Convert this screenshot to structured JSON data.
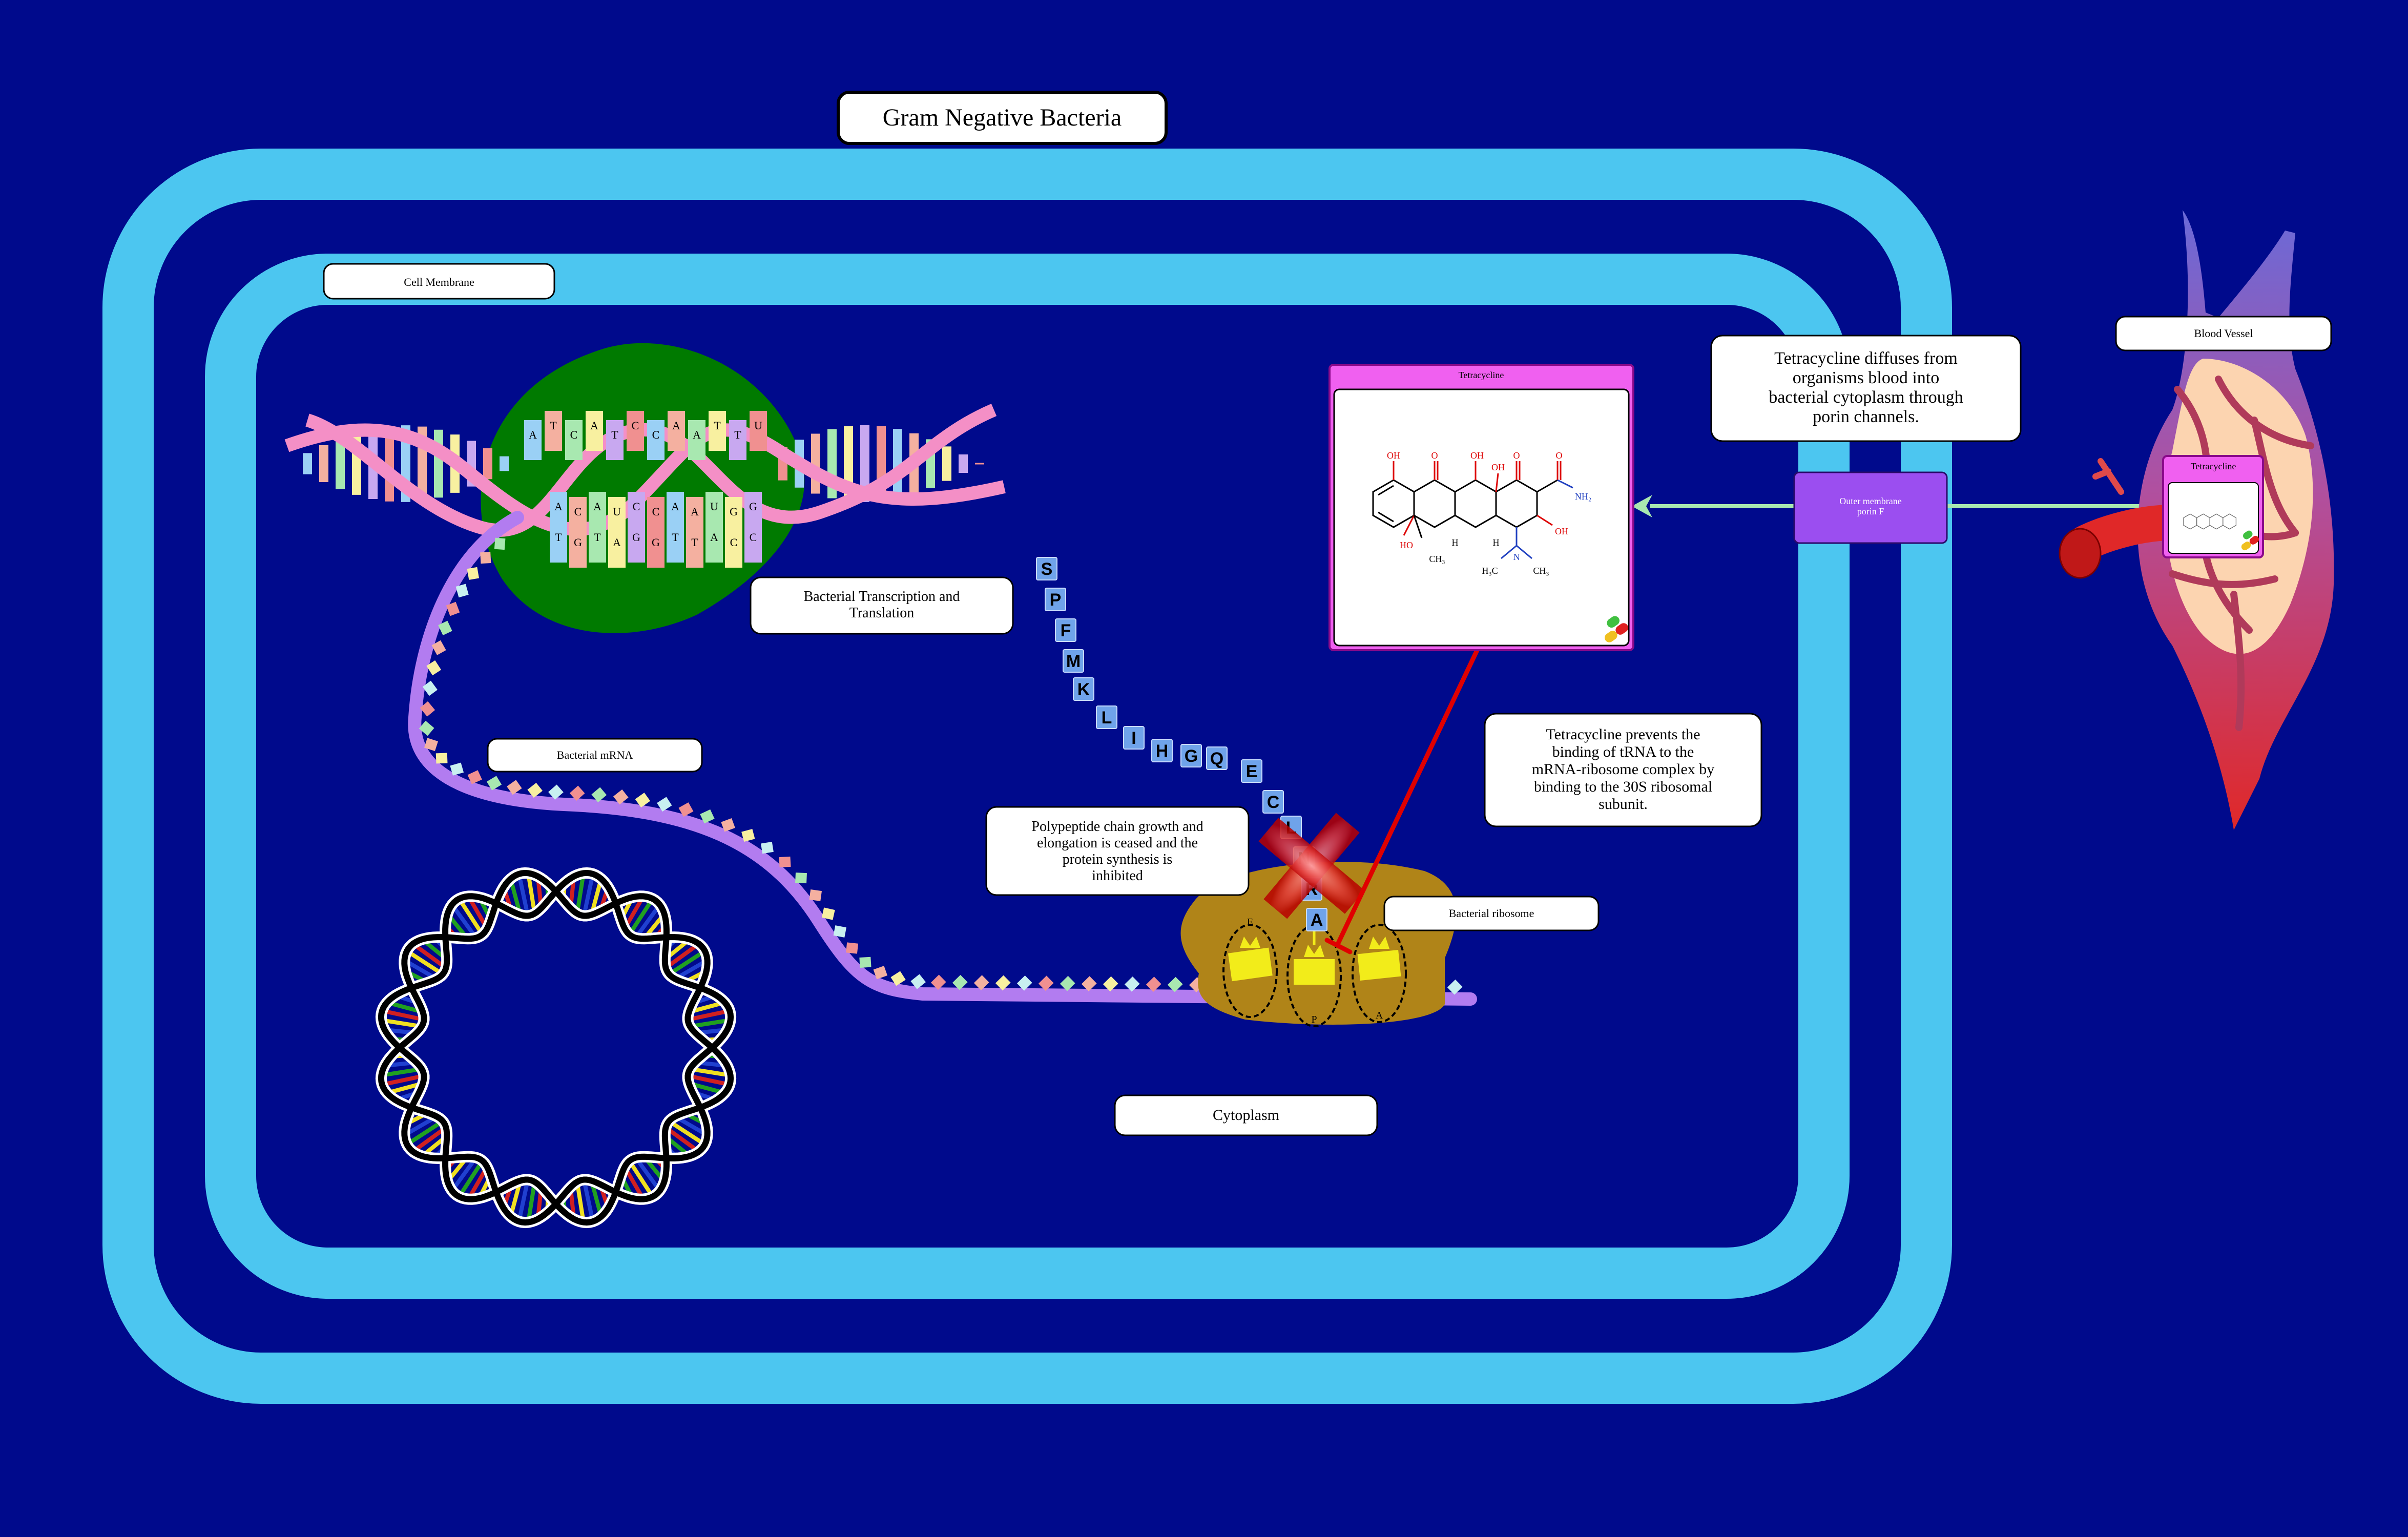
{
  "labels": {
    "title": "Gram Negative Bacteria",
    "cell_membrane": "Cell Membrane",
    "blood_vessel": "Blood Vessel",
    "transcription": [
      "Bacterial Transcription and",
      "Translation"
    ],
    "mrna": "Bacterial mRNA",
    "cytoplasm": "Cytoplasm",
    "ribosome": "Bacterial ribosome",
    "polypeptide": [
      "Polypeptide chain growth and",
      "elongation is ceased and the",
      "protein synthesis is",
      "inhibited"
    ],
    "diffuses": [
      "Tetracycline diffuses from",
      "organisms blood into",
      "bacterial cytoplasm through",
      "porin channels."
    ],
    "prevents": [
      "Tetracycline prevents the",
      "binding of tRNA to the",
      "mRNA-ribosome complex by",
      "binding to the 30S ribosomal",
      "subunit."
    ],
    "porin": [
      "Outer membrane",
      "porin F"
    ],
    "drug_card_title": "Tetracycline",
    "small_card_title": "Tetracycline",
    "site_e": "E",
    "site_p": "P",
    "site_a": "A"
  },
  "molecule": {
    "oh1": "OH",
    "o1": "O",
    "oh2": "OH",
    "oh3": "OH",
    "o2": "O",
    "o3": "O",
    "nh2": "NH₂",
    "oh4": "OH",
    "ho": "HO",
    "h1": "H",
    "h2": "H",
    "ch3": "CH₃",
    "n": "N",
    "h3c": "H₃C",
    "ch3b": "CH₃"
  },
  "peptide": [
    "S",
    "P",
    "F",
    "M",
    "K",
    "L",
    "I",
    "H",
    "G",
    "Q",
    "E",
    "C",
    "L",
    "N",
    "R",
    "A"
  ],
  "dna_top_bases": [
    "A",
    "T",
    "C",
    "A",
    "T",
    "C",
    "C",
    "A",
    "A",
    "T",
    "T",
    "U"
  ],
  "dna_bottom_bases": [
    "A",
    "C",
    "A",
    "U",
    "C",
    "C",
    "A",
    "A",
    "U",
    "G",
    "G"
  ],
  "dna_bottom2_bases": [
    "T",
    "G",
    "T",
    "A",
    "G",
    "G",
    "T",
    "T",
    "A",
    "C",
    "C"
  ],
  "colors": {
    "background": "#000a8c",
    "outer_membrane": "#4cc6f0",
    "nucleoid_green": "#007a00",
    "dna_pink": "#f48fc6",
    "mrna_purple": "#b27cf0",
    "ribosome": "#b08418",
    "trna_yellow": "#f2ec1a",
    "inhibit_red": "#e00000",
    "arrow_green": "#a8e8b0",
    "porin_purple": "#9b4ef0",
    "drug_magenta": "#f060f0",
    "peptide_blue": "#6fa3ea"
  }
}
